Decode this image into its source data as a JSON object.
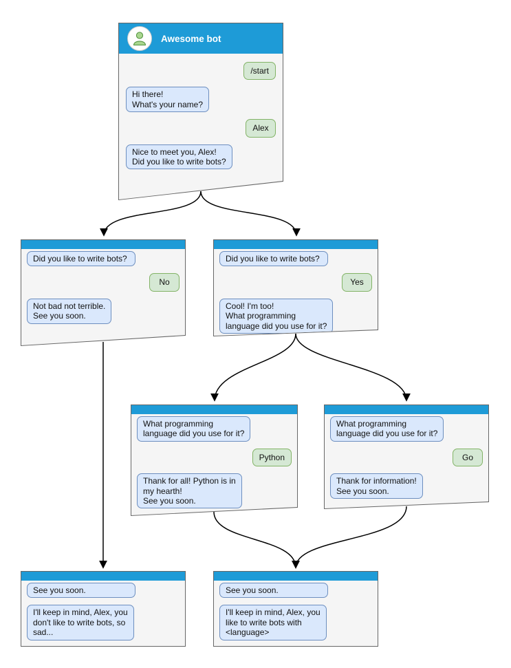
{
  "colors": {
    "header_blue": "#1e9bd7",
    "card_background": "#f5f5f5",
    "card_border": "#666666",
    "bot_bubble_bg": "#dae8fc",
    "bot_bubble_border": "#6c8ebf",
    "user_bubble_bg": "#d5e8d4",
    "user_bubble_border": "#82b366",
    "arrow": "#000000"
  },
  "cards": {
    "main": {
      "title": "Awesome bot",
      "messages": [
        {
          "from": "user",
          "text": "/start"
        },
        {
          "from": "bot",
          "text": "Hi there!\nWhat's your name?"
        },
        {
          "from": "user",
          "text": "Alex"
        },
        {
          "from": "bot",
          "text": "Nice to meet you, Alex!\nDid you like to write bots?"
        }
      ]
    },
    "branch_no": {
      "messages": [
        {
          "from": "bot",
          "text": "Did you like to write bots?"
        },
        {
          "from": "user",
          "text": "No"
        },
        {
          "from": "bot",
          "text": "Not bad not terrible.\nSee you soon."
        }
      ]
    },
    "branch_yes": {
      "messages": [
        {
          "from": "bot",
          "text": "Did you like to write bots?"
        },
        {
          "from": "user",
          "text": "Yes"
        },
        {
          "from": "bot",
          "text": "Cool! I'm too!\nWhat programming\nlanguage did you use for it?"
        }
      ]
    },
    "branch_python": {
      "messages": [
        {
          "from": "bot",
          "text": "What programming\nlanguage did you use for it?"
        },
        {
          "from": "user",
          "text": "Python"
        },
        {
          "from": "bot",
          "text": "Thank for all! Python is in\nmy hearth!\nSee you soon."
        }
      ]
    },
    "branch_go": {
      "messages": [
        {
          "from": "bot",
          "text": "What programming\nlanguage did you use for it?"
        },
        {
          "from": "user",
          "text": "Go"
        },
        {
          "from": "bot",
          "text": "Thank for information!\nSee you soon."
        }
      ]
    },
    "end_no": {
      "messages": [
        {
          "from": "bot",
          "text": "See you soon."
        },
        {
          "from": "bot",
          "text": "I'll keep in mind, Alex, you\ndon't like to write bots, so\nsad..."
        }
      ]
    },
    "end_yes": {
      "messages": [
        {
          "from": "bot",
          "text": "See you soon."
        },
        {
          "from": "bot",
          "text": "I'll keep in mind, Alex, you\nlike to write bots with\n<language>"
        }
      ]
    }
  },
  "flow_edges": [
    {
      "from": "main",
      "to": "branch_no"
    },
    {
      "from": "main",
      "to": "branch_yes"
    },
    {
      "from": "branch_yes",
      "to": "branch_python"
    },
    {
      "from": "branch_yes",
      "to": "branch_go"
    },
    {
      "from": "branch_no",
      "to": "end_no"
    },
    {
      "from": "branch_python",
      "to": "end_yes"
    },
    {
      "from": "branch_go",
      "to": "end_yes"
    }
  ]
}
